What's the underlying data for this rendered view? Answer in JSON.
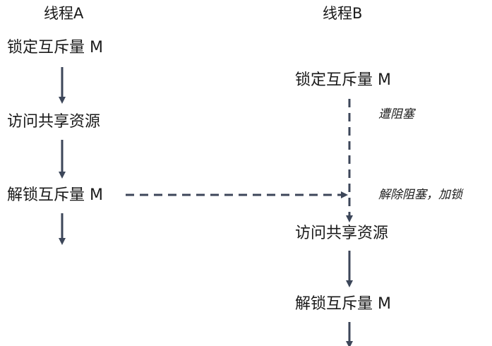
{
  "colors": {
    "arrow": "#3c4659",
    "text": "#1a1a1a"
  },
  "thread_a": {
    "title": "线程A",
    "steps": [
      "锁定互斥量 M",
      "访问共享资源",
      "解锁互斥量 M"
    ]
  },
  "thread_b": {
    "title": "线程B",
    "steps": [
      "锁定互斥量 M",
      "访问共享资源",
      "解锁互斥量 M"
    ],
    "notes": {
      "blocked": "遭阻塞",
      "unblocked": "解除阻塞，加锁"
    }
  }
}
